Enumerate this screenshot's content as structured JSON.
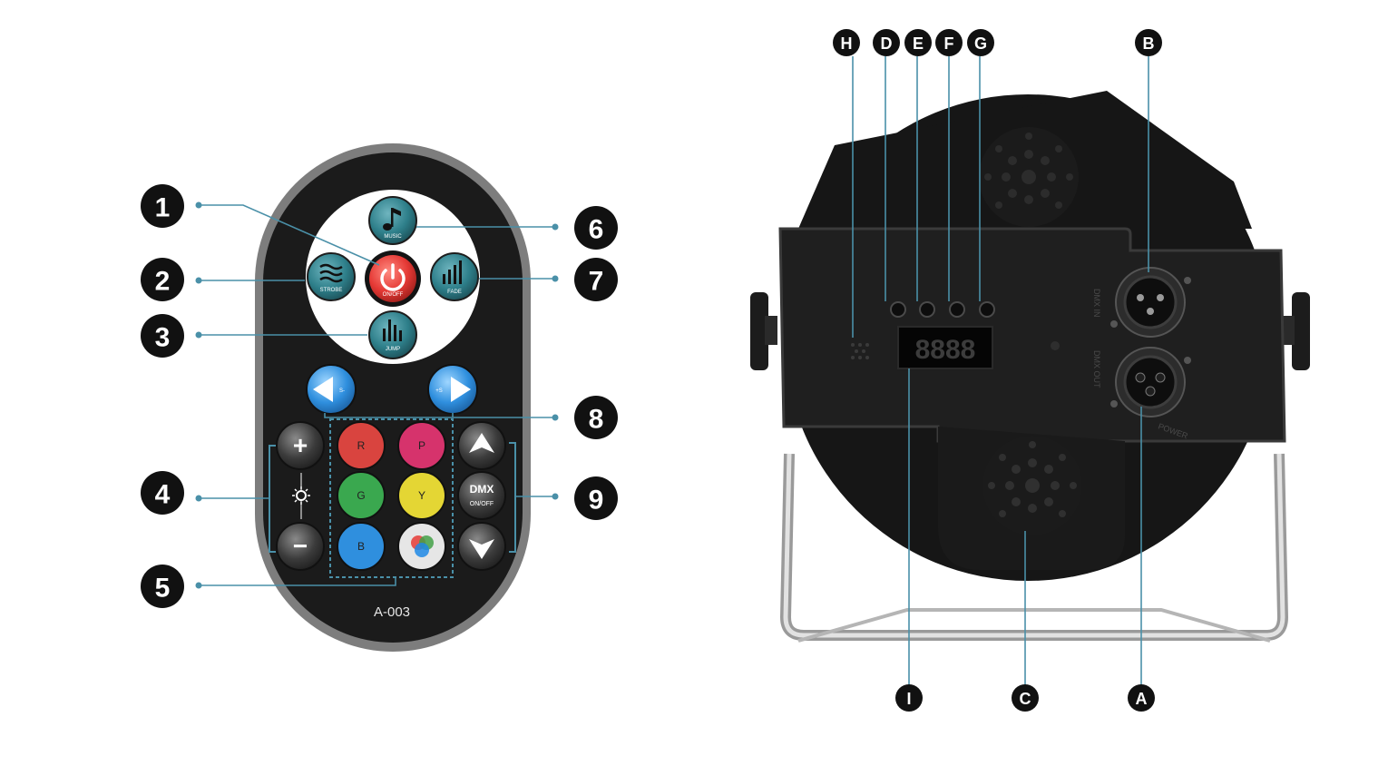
{
  "remote": {
    "model": "A-003",
    "callouts": [
      "1",
      "2",
      "3",
      "4",
      "5",
      "6",
      "7",
      "8",
      "9"
    ],
    "buttons": {
      "music": "MUSIC",
      "power": "ON/OFF",
      "strobe": "STROBE",
      "fade": "FADE",
      "jump": "JUMP",
      "speed_down": "S-",
      "speed_up": "+S",
      "plus": "+",
      "minus": "−",
      "dmx_title": "DMX",
      "dmx_sub": "ON/OFF"
    },
    "colors": [
      {
        "label": "R",
        "color": "#d9443f"
      },
      {
        "label": "P",
        "color": "#d6336c"
      },
      {
        "label": "G",
        "color": "#3aa84f"
      },
      {
        "label": "Y",
        "color": "#e4d634"
      },
      {
        "label": "B",
        "color": "#2f8fde"
      }
    ]
  },
  "fixture": {
    "callouts_top": [
      "H",
      "D",
      "E",
      "F",
      "G",
      "B"
    ],
    "callouts_bottom": [
      "I",
      "C",
      "A"
    ],
    "display": "8888",
    "panel_labels": {
      "dmx_in": "DMX IN",
      "dmx_out": "DMX OUT",
      "power": "POWER"
    }
  },
  "style": {
    "leader_color": "#4a90a8",
    "badge_color": "#111111",
    "remote_body": "#1a1a1a",
    "remote_rim": "#8a8a8a",
    "teal_button": "#2e7f8a"
  }
}
